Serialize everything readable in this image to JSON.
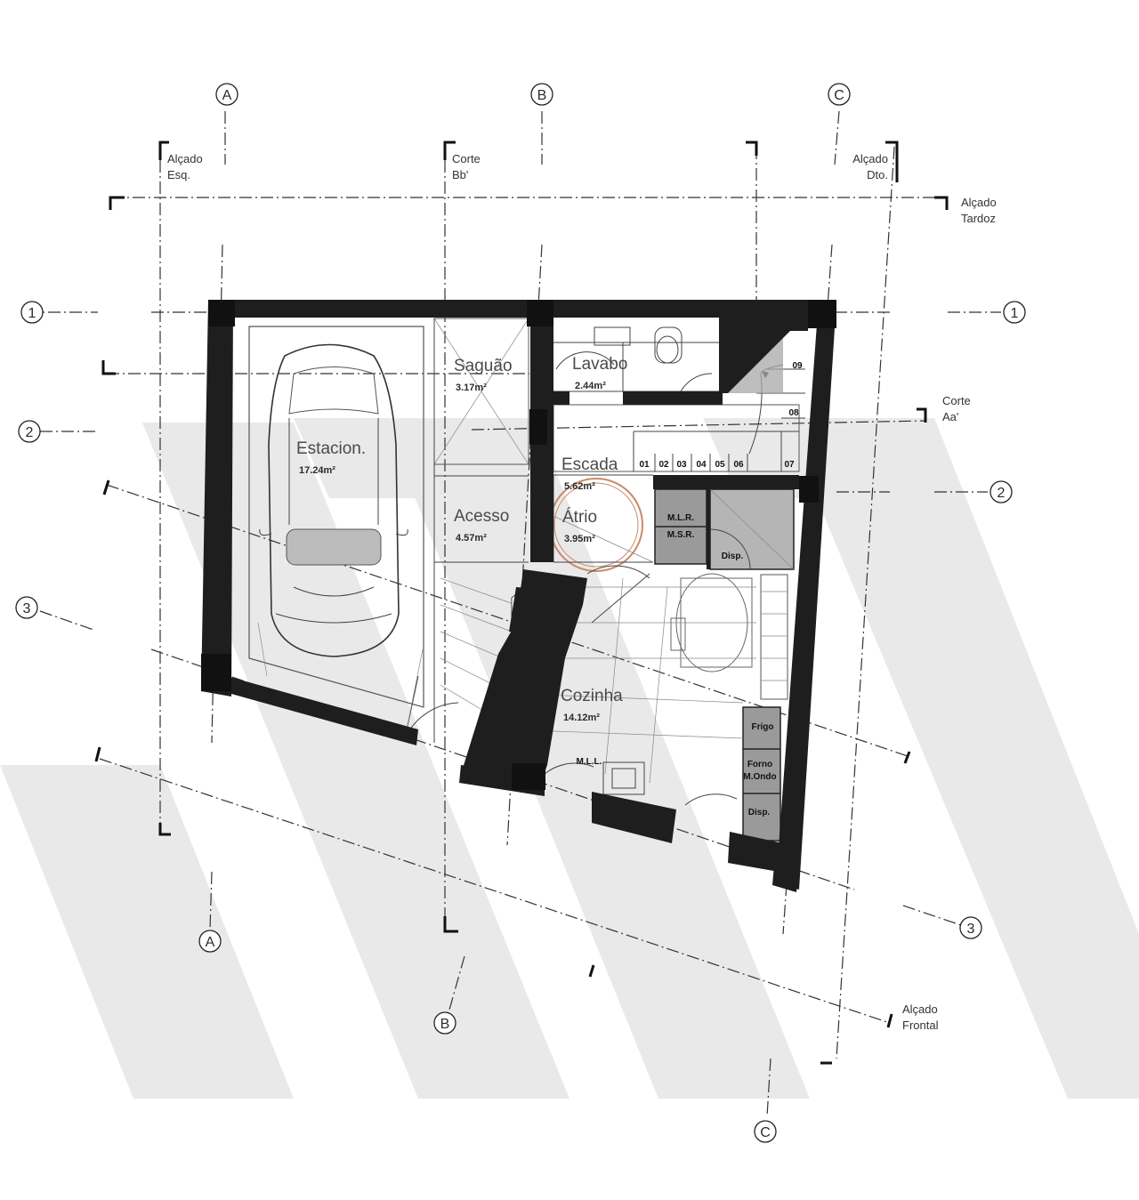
{
  "grid": {
    "letters": {
      "a": "A",
      "b": "B",
      "c": "C"
    },
    "numbers": {
      "one": "1",
      "two": "2",
      "three": "3"
    }
  },
  "sections": {
    "left_elevation": {
      "line1": "Alçado",
      "line2": "Esq."
    },
    "cut_b": {
      "line1": "Corte",
      "line2": "Bb'"
    },
    "right_elevation": {
      "line1": "Alçado",
      "line2": "Dto."
    },
    "rear_elevation": {
      "line1": "Alçado",
      "line2": "Tardoz"
    },
    "cut_a": {
      "line1": "Corte",
      "line2": "Aa'"
    },
    "front_elevation": {
      "line1": "Alçado",
      "line2": "Frontal"
    }
  },
  "rooms": {
    "estacion": {
      "name": "Estacion.",
      "area": "17.24m²"
    },
    "saguao": {
      "name": "Saguão",
      "area": "3.17m²"
    },
    "lavabo": {
      "name": "Lavabo",
      "area": "2.44m²"
    },
    "escada": {
      "name": "Escada",
      "area": "5.62m²"
    },
    "acesso": {
      "name": "Acesso",
      "area": "4.57m²"
    },
    "atrio": {
      "name": "Átrio",
      "area": "3.95m²"
    },
    "cozinha": {
      "name": "Cozinha",
      "area": "14.12m²"
    }
  },
  "stairs": {
    "steps": [
      "01",
      "02",
      "03",
      "04",
      "05",
      "06",
      "07",
      "08",
      "09"
    ]
  },
  "equipment": {
    "mlr": "M.L.R.",
    "msr": "M.S.R.",
    "disp_upper": "Disp.",
    "frigo": "Frigo",
    "forno_l1": "Forno",
    "forno_l2": "M.Ondo",
    "disp_lower": "Disp.",
    "mll": "M.L.L."
  },
  "colors": {
    "wall": "#1e1e1e",
    "watermark": "#e6e6e6",
    "highlight": "#c98a6a",
    "fill_grey": "#9a9a9a"
  }
}
